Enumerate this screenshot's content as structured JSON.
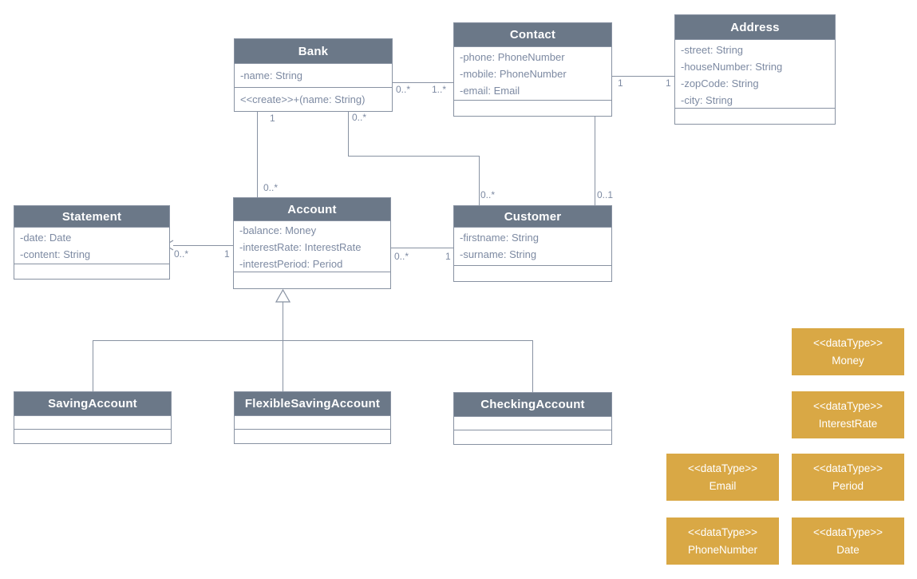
{
  "classes": {
    "bank": {
      "name": "Bank",
      "attributes": [
        "-name: String"
      ],
      "operations": [
        "<<create>>+(name: String)"
      ]
    },
    "contact": {
      "name": "Contact",
      "attributes": [
        "-phone: PhoneNumber",
        "-mobile: PhoneNumber",
        "-email: Email"
      ],
      "operations": []
    },
    "address": {
      "name": "Address",
      "attributes": [
        "-street: String",
        "-houseNumber: String",
        "-zopCode: String",
        "-city: String"
      ],
      "operations": []
    },
    "statement": {
      "name": "Statement",
      "attributes": [
        "-date: Date",
        "-content: String"
      ],
      "operations": []
    },
    "account": {
      "name": "Account",
      "attributes": [
        "-balance: Money",
        "-interestRate: InterestRate",
        "-interestPeriod: Period"
      ],
      "operations": []
    },
    "customer": {
      "name": "Customer",
      "attributes": [
        "-firstname: String",
        "-surname: String"
      ],
      "operations": []
    },
    "saving_account": {
      "name": "SavingAccount",
      "attributes": [],
      "operations": []
    },
    "flexible_saving_account": {
      "name": "FlexibleSavingAccount",
      "attributes": [],
      "operations": []
    },
    "checking_account": {
      "name": "CheckingAccount",
      "attributes": [],
      "operations": []
    }
  },
  "datatypes": {
    "stereotype": "<<dataType>>",
    "items": [
      "Money",
      "InterestRate",
      "Email",
      "Period",
      "PhoneNumber",
      "Date"
    ]
  },
  "relations": {
    "bank_contact": {
      "bank": "0..*",
      "contact": "1..*"
    },
    "contact_address": {
      "contact": "1",
      "address": "1"
    },
    "bank_account": {
      "bank": "1",
      "account": "0..*"
    },
    "bank_customer": {
      "bank": "0..*",
      "customer": "0..*"
    },
    "contact_customer": {
      "customer": "0..1"
    },
    "account_statement": {
      "account": "1",
      "statement": "0..*"
    },
    "account_customer": {
      "account": "0..*",
      "customer": "1"
    }
  },
  "colors": {
    "class_header": "#6b7888",
    "datatype_fill": "#d9a845",
    "border_line": "#8892a2",
    "attribute_text": "#7d8aa2",
    "background": "#ffffff"
  }
}
